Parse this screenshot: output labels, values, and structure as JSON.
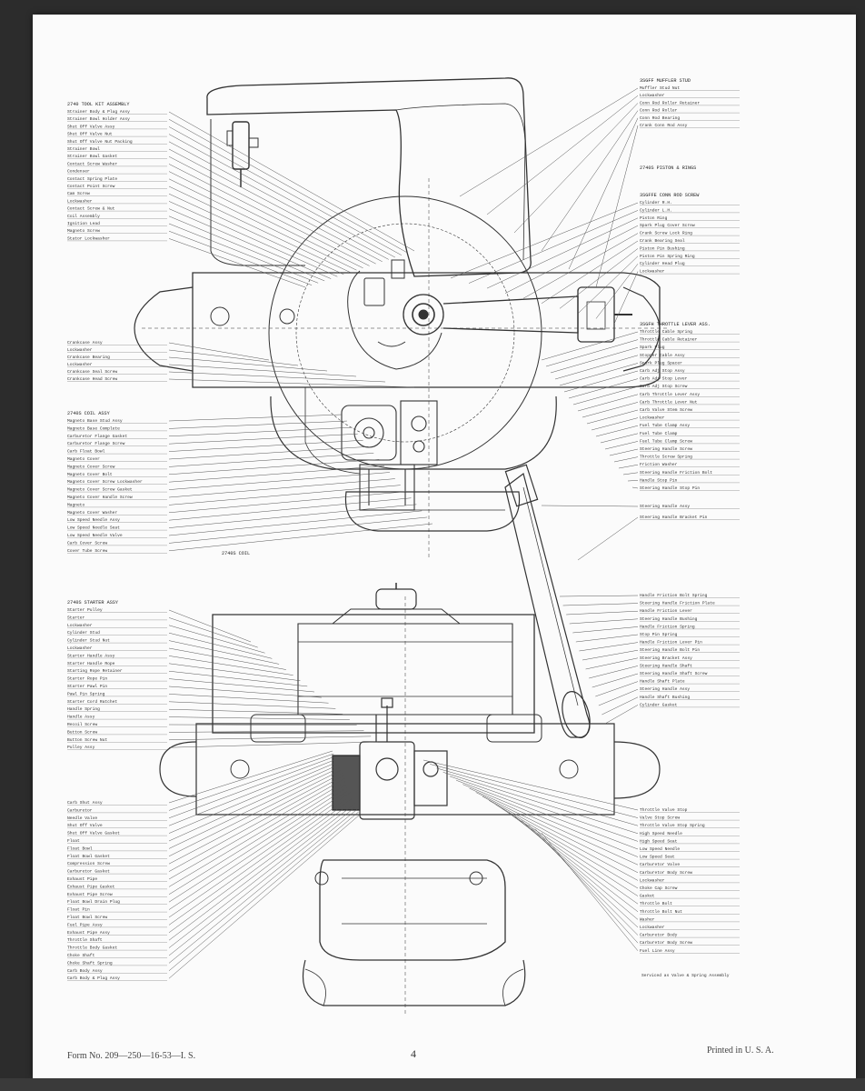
{
  "footer": {
    "form_number": "Form No. 209—250—16-53—I. S.",
    "page_number": "4",
    "printed": "Printed in U. S. A."
  },
  "top_left_header": "2740 TOOL KIT ASSEMBLY",
  "top_left_labels": [
    "Strainer Body & Plug Assy",
    "Strainer Bowl Holder Assy",
    "Shut Off Valve Assy",
    "Shut Off Valve Nut",
    "Shut Off Valve Nut Packing",
    "Strainer Bowl",
    "Strainer Bowl Gasket",
    "Contact Screw Washer",
    "Condenser",
    "Contact Spring Plate",
    "Contact Point Screw",
    "Cam Screw",
    "Lockwasher",
    "Contact Screw & Nut",
    "Coil Assembly",
    "Ignition Lead",
    "Magneto Screw",
    "Stator Lockwasher"
  ],
  "top_right_header": "3SGFF MUFFLER STUD",
  "top_right_labels": [
    "Muffler Stud Nut",
    "Lockwasher",
    "Conn Rod Roller Retainer",
    "Conn Rod Roller",
    "Conn Rod Bearing",
    "Crank Conn Rod Assy"
  ],
  "piston_header": "2740S PISTON & RINGS",
  "conn_rod_header": "3SGFFE CONN ROD SCREW",
  "right_mid_labels": [
    "Cylinder R.H.",
    "Cylinder L.H.",
    "Piston Ring",
    "Spark Plug Cover Screw",
    "Crank Screw Lock Ring",
    "Crank Bearing Seal",
    "Piston Pin Bushing",
    "Piston Pin Spring Ring",
    "Cylinder Head Plug",
    "Lockwasher"
  ],
  "throttle_header": "3SGFH THROTTLE LEVER ASS.",
  "throttle_labels": [
    "Throttle Cable Spring",
    "Throttle Cable Retainer",
    "Spark Plug",
    "Stopper Cable Assy",
    "Spark Plug Spacer",
    "Carb Adj Stop Assy",
    "Carb Adj Stop Lever",
    "Carb Adj Stop Screw",
    "Carb Throttle Lever Assy",
    "Carb Throttle Lever Nut",
    "Carb Valve Stem Screw",
    "Lockwasher",
    "Fuel Tube Clamp Assy",
    "Fuel Tube Clamp",
    "Fuel Tube Clamp Screw",
    "Steering Handle Screw",
    "Throttle Screw Spring",
    "Friction Washer",
    "Steering Handle Friction Bolt",
    "Handle Stop Pin",
    "Steering Handle Stop Pin"
  ],
  "steering_labels": [
    "Steering Handle Assy",
    "Steering Handle Bracket Pin"
  ],
  "right_lower_labels": [
    "Handle Friction Bolt Spring",
    "Steering Handle Friction Plate",
    "Handle Friction Lever",
    "Steering Handle Bushing",
    "Handle Friction Spring",
    "Stop Pin Spring",
    "Handle Friction Lever Pin",
    "Steering Handle Bolt Pin",
    "Steering Bracket Assy",
    "Steering Handle Shaft",
    "Steering Handle Shaft Screw",
    "Handle Shaft Plate",
    "Steering Handle Assy",
    "Handle Shaft Bushing",
    "Cylinder Gasket"
  ],
  "left_mid_labels": [
    "Crankcase Assy",
    "Lockwasher",
    "Crankcase Bearing",
    "Lockwasher",
    "Crankcase Seal Screw",
    "Crankcase Head Screw"
  ],
  "left_lower_header": "2740S COIL ASSY",
  "left_lower_labels": [
    "Magneto Base Stud Assy",
    "Magneto Base Complete",
    "Carburetor Flange Gasket",
    "Carburetor Flange Screw",
    "Carb Float Bowl",
    "Magneto Cover",
    "Magneto Cover Screw",
    "Magneto Cover Bolt",
    "Magneto Cover Screw Lockwasher",
    "Magneto Cover Screw Gasket",
    "Magneto Cover Handle Screw",
    "Magneto",
    "Magneto Cover Washer",
    "Low Speed Needle Assy",
    "Low Speed Needle Seat",
    "Low Speed Needle Valve",
    "Carb Cover Screw",
    "Cover Tube Screw"
  ],
  "stamp_label": "2740S COIL",
  "bottom_left_header": "2740S STARTER ASSY",
  "bottom_left_labels": [
    "Starter Pulley",
    "Starter",
    "Lockwasher",
    "Cylinder Stud",
    "Cylinder Stud Nut",
    "Lockwasher",
    "Starter Handle Assy",
    "Starter Handle Rope",
    "Starting Rope Retainer",
    "Starter Rope Pin",
    "Starter Pawl Pin",
    "Pawl Pin Spring",
    "Starter Cord Ratchet",
    "Handle Spring",
    "Handle Assy",
    "Recoil Screw",
    "Button Screw",
    "Button Screw Nut",
    "Pulley Assy"
  ],
  "carb_left_labels": [
    "Carb Shut Assy",
    "Carburetor",
    "Needle Valve",
    "Shut Off Valve",
    "Shut Off Valve Gasket",
    "Float",
    "Float Bowl",
    "Float Bowl Gasket",
    "Compression Screw",
    "Carburetor Gasket",
    "Exhaust Pipe",
    "Exhaust Pipe Gasket",
    "Exhaust Pipe Screw",
    "Float Bowl Drain Plug",
    "Float Pin",
    "Float Bowl Screw",
    "Fuel Pipe Assy",
    "Exhaust Pipe Assy",
    "Throttle Shaft",
    "Throttle Body Gasket",
    "Choke Shaft",
    "Choke Shaft Spring",
    "Carb Body Assy",
    "Carb Body & Plug Assy"
  ],
  "carb_right_labels": [
    "Throttle Valve Stop",
    "Valve Stop Screw",
    "Throttle Valve Stop Spring",
    "High Speed Needle",
    "High Speed Seat",
    "Low Speed Needle",
    "Low Speed Seat",
    "Carburetor Valve",
    "Carburetor Body Screw",
    "Lockwasher",
    "Choke Cap Screw",
    "Gasket",
    "Throttle Bolt",
    "Throttle Bolt Nut",
    "Washer",
    "Lockwasher",
    "Carburetor Body",
    "Carburetor Body Screw",
    "Fuel Line Assy"
  ],
  "carb_note": "Serviced as Valve & Spring Assembly"
}
